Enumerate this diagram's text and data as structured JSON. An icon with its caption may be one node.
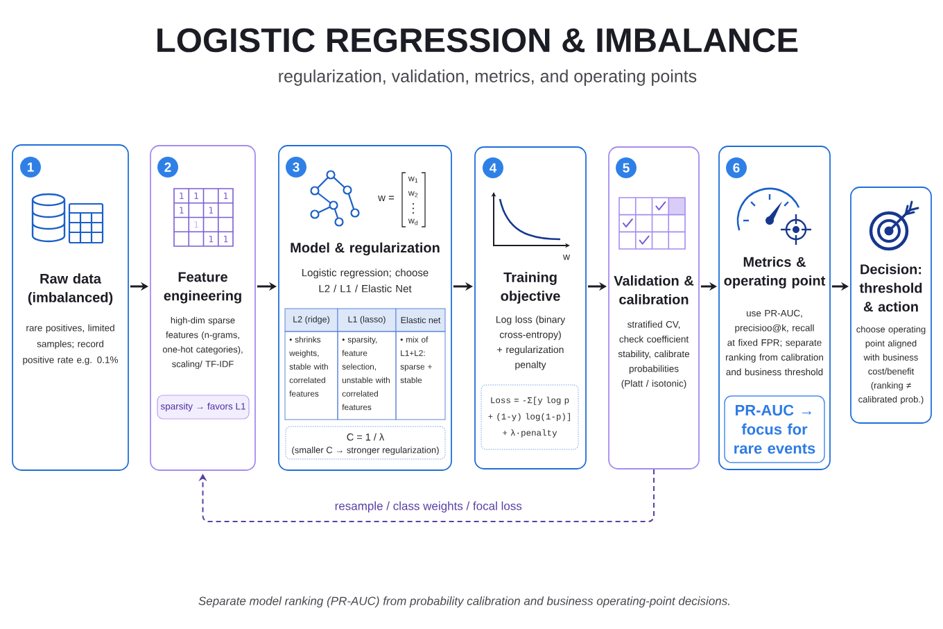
{
  "diagram": {
    "title": "LOGISTIC REGRESSION & IMBALANCE",
    "caption": "Separate model ranking (PR-AUC) from probability calibration and business operating-point decisions.",
    "nodes": [
      {
        "text": [
          "Raw data (imbalanced)",
          "rare positives, limited samples; record positive rate e.g. 0.1%"
        ]
      },
      {
        "text": [
          "1"
        ],
        "in": 0
      },
      {
        "text": [
          "Feature engineering",
          "high-dim sparse features (n-grams, one-hot categories), scaling/ TF-IDF"
        ]
      },
      {
        "text": [
          "2"
        ],
        "in": 2
      },
      {
        "text": [
          "sparsity → favors L1"
        ],
        "in": 2
      },
      {
        "text": [
          "Model & regularization",
          "Logistic regression; choose L2 / L1 / Elastic Net"
        ]
      },
      {
        "text": [
          "3"
        ],
        "in": 5
      },
      {
        "text": [
          "C = 1 / λ",
          "(smaller C → stronger regularization)"
        ],
        "in": 5
      },
      {
        "text": [
          "Training objective",
          "Log loss (binary cross-entropy) + regularization penalty"
        ]
      },
      {
        "text": [
          "4"
        ],
        "in": 8
      },
      {
        "text": [
          "Loss = -Σ[y log p + (1-y) log(1-p)] + λ·penalty"
        ],
        "in": 8
      },
      {
        "text": [
          "Validation & calibration",
          "stratified CV, check coefficient stability, calibrate probabilities (Platt / isotonic)"
        ]
      },
      {
        "text": [
          "5"
        ],
        "in": 11
      },
      {
        "text": [
          "Metrics & operating point",
          "use PR-AUC, precisioo@k, recall at fixed FPR; separate ranking from calibration and business threshold"
        ]
      },
      {
        "text": [
          "6"
        ],
        "in": 13
      },
      {
        "text": [
          "PR-AUC → focus for rare events"
        ],
        "in": 13
      },
      {
        "text": [
          "Decision: threshold & action",
          "choose operating point aligned with business cost/benefit (ranking ≠ calibrated prob.)"
        ]
      }
    ],
    "edges": [
      {
        "from": 0,
        "to": 2,
        "arrow": "to"
      },
      {
        "from": 2,
        "to": 5,
        "arrow": "to"
      },
      {
        "from": 5,
        "to": 8,
        "arrow": "to"
      },
      {
        "from": 8,
        "to": 11,
        "arrow": "to"
      },
      {
        "from": 11,
        "to": 13,
        "arrow": "to"
      },
      {
        "from": 13,
        "to": 16,
        "arrow": "to"
      },
      {
        "from": 11,
        "to": 2,
        "arrow": "to",
        "label": "resample / class weights / focal loss",
        "style": "dashed",
        "color": "#5a3fa6"
      }
    ],
    "labels": [
      "regularization, validation, metrics, and operating points",
      "1",
      "1",
      "1",
      "1",
      "1",
      "1",
      "1",
      "1",
      "w =",
      "w$_{1}$",
      "w$_{2}$",
      "w$_{d}$",
      "L2 (ridge)",
      "L1 (lasso)",
      "Elastic net",
      "• shrinks weights, stable with correlated features",
      "• sparsity, feature selection, unstable with correlated features",
      "• mix of L1+L2: sparse + stable",
      "w"
    ]
  }
}
